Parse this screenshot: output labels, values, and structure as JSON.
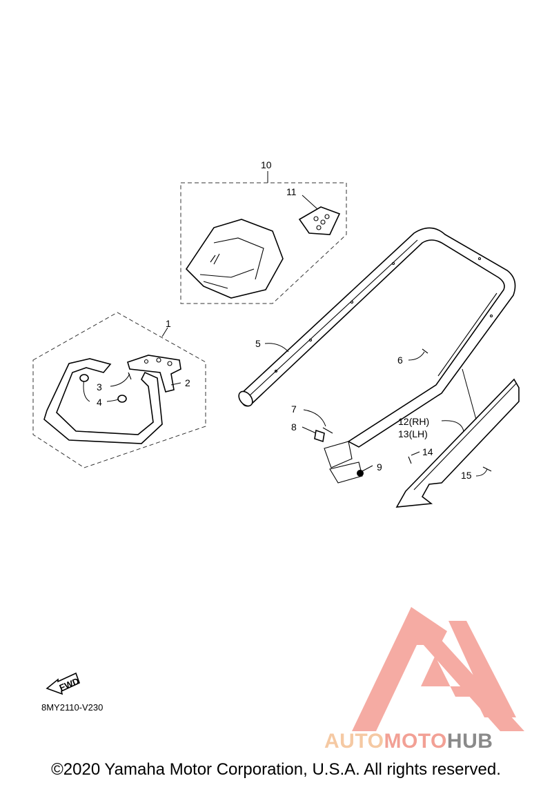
{
  "diagram": {
    "callouts": {
      "c1": "1",
      "c2": "2",
      "c3": "3",
      "c4": "4",
      "c5": "5",
      "c6": "6",
      "c7": "7",
      "c8": "8",
      "c9": "9",
      "c10": "10",
      "c11": "11",
      "c12": "12(RH)",
      "c13": "13(LH)",
      "c14": "14",
      "c15": "15"
    },
    "fwd_label": "FWD",
    "drawing_code": "8MY2110-V230"
  },
  "watermark": {
    "part1": "AUTO",
    "part2": "MOTO",
    "part3": "HUB",
    "logo_color": "#f4a39a"
  },
  "footer": {
    "copyright": "©2020 Yamaha Motor Corporation, U.S.A. All rights reserved."
  }
}
